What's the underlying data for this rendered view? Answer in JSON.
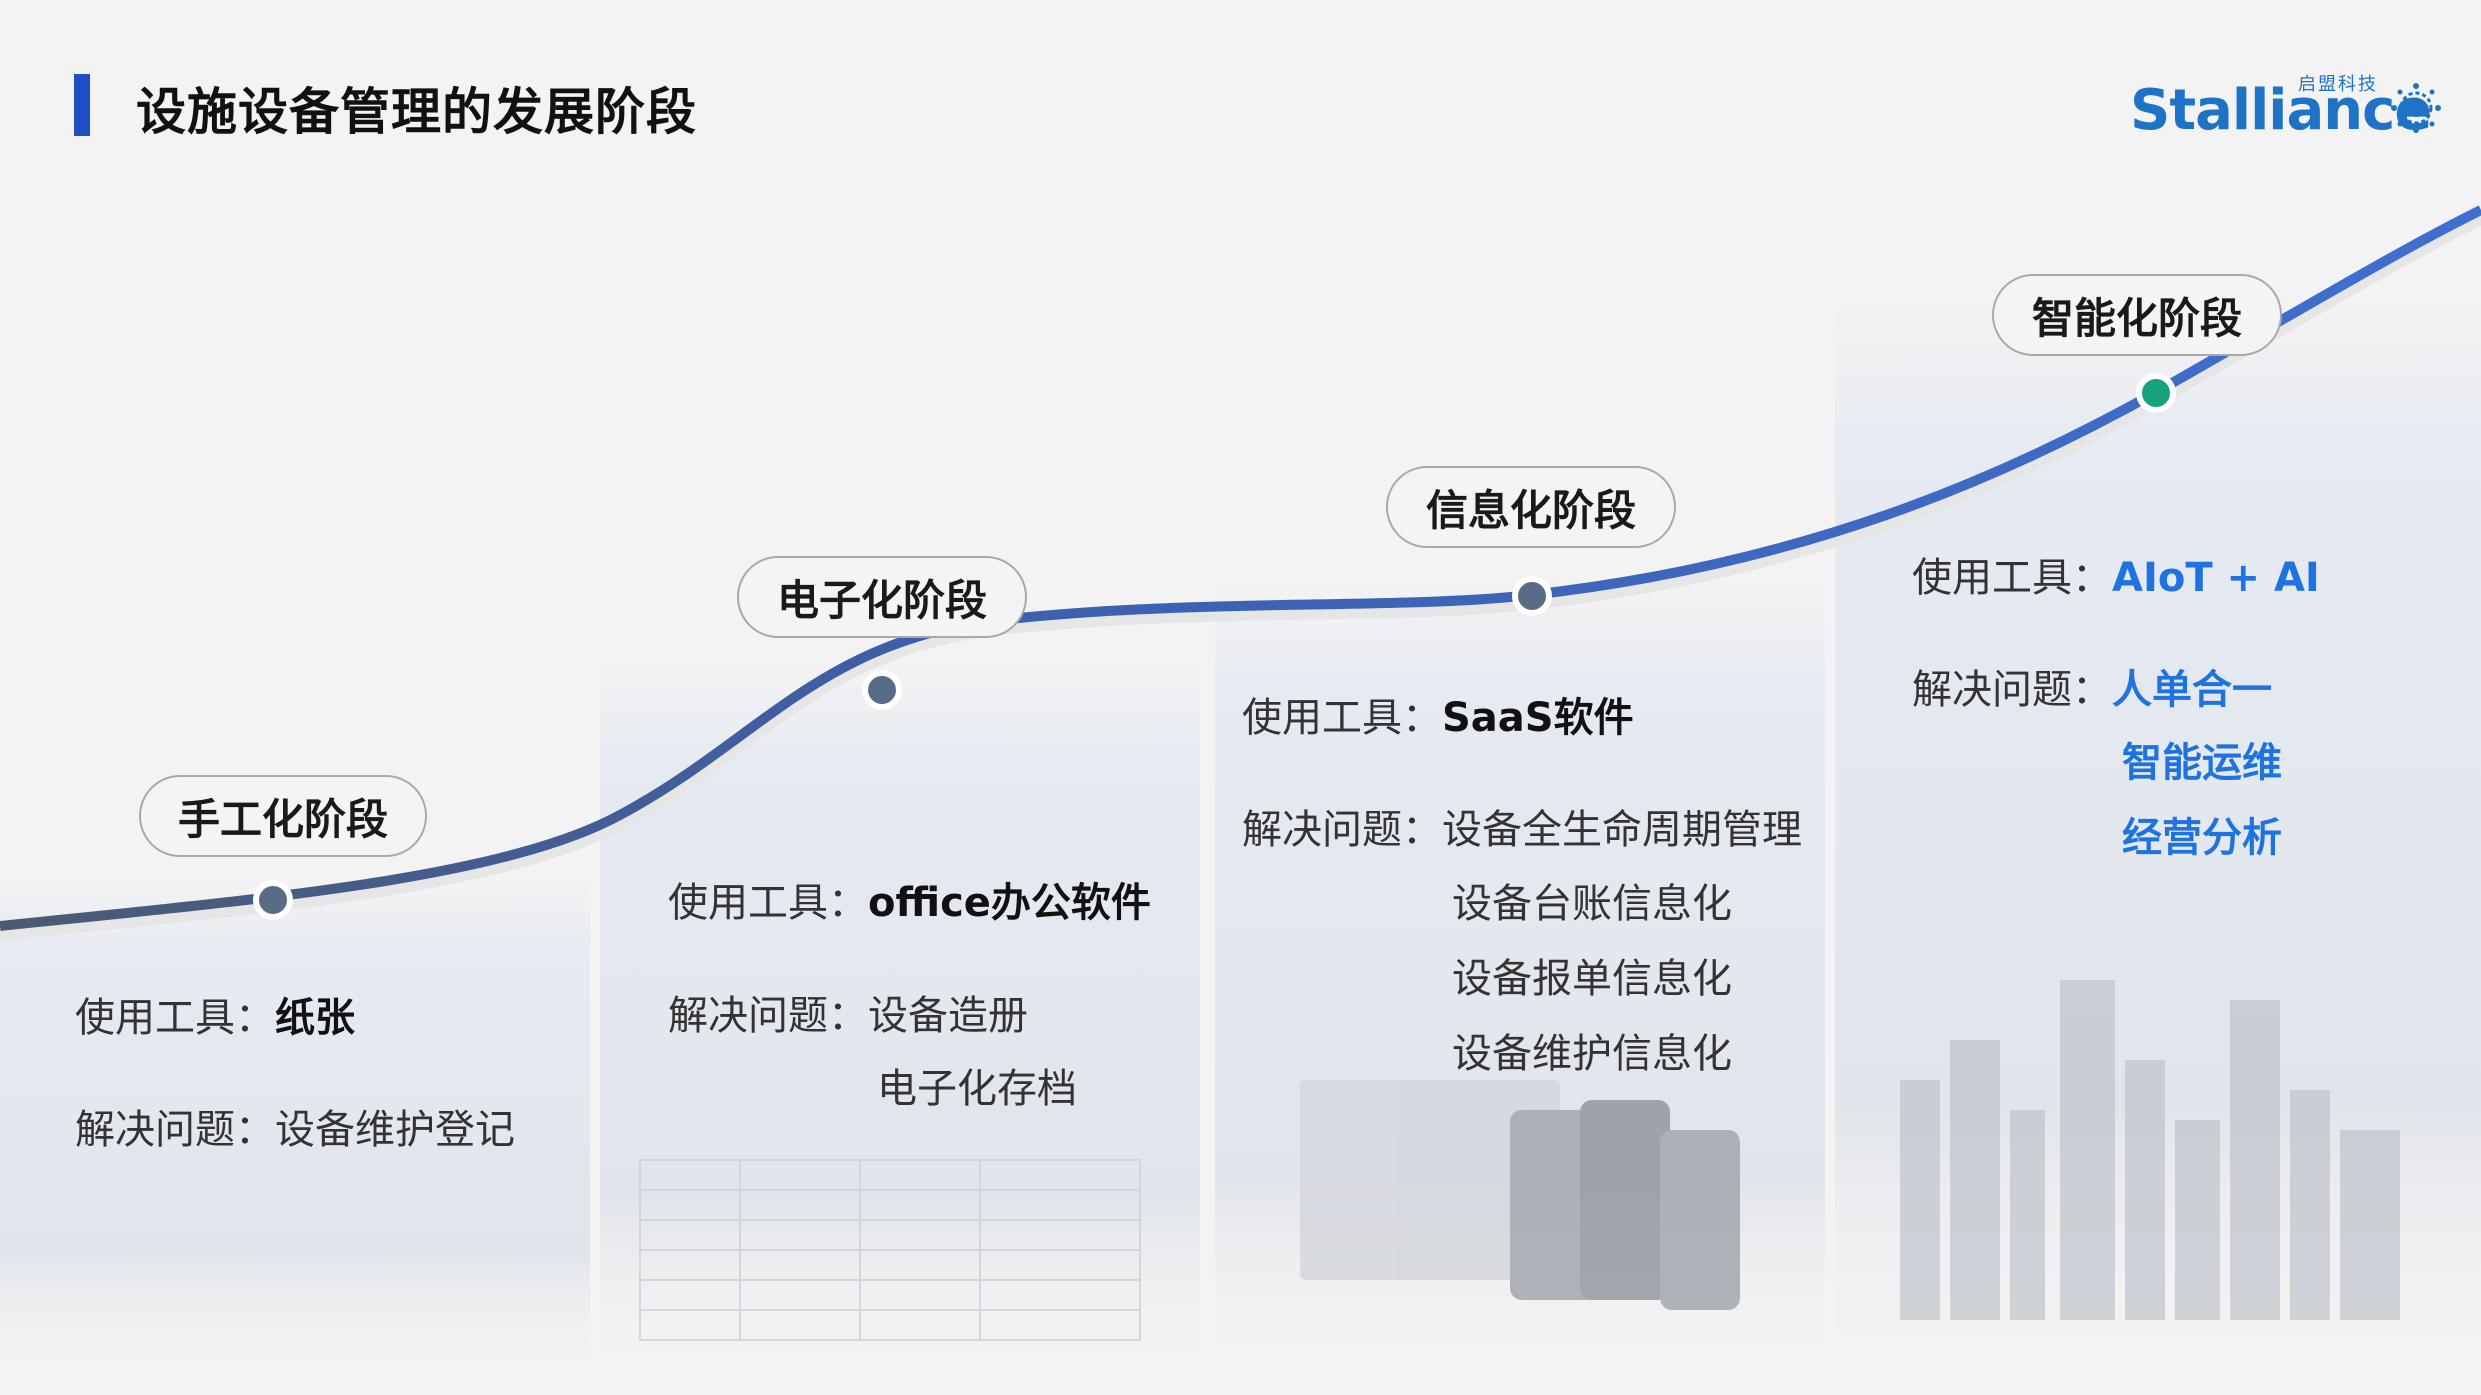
{
  "title": "设施设备管理的发展阶段",
  "logo": {
    "word": "Stalliance",
    "cn": "启盟科技",
    "brand_color": "#1e73c6"
  },
  "colors": {
    "accent": "#1f4fc4",
    "highlight": "#1e73e0",
    "node": "#5a6b86",
    "node_active": "#16a37b"
  },
  "stages": [
    {
      "name": "手工化阶段",
      "tools_label": "使用工具：",
      "tools": "纸张",
      "problems_label": "解决问题：",
      "problems": [
        "设备维护登记"
      ]
    },
    {
      "name": "电子化阶段",
      "tools_label": "使用工具：",
      "tools": "office办公软件",
      "problems_label": "解决问题：",
      "problems": [
        "设备造册",
        "电子化存档"
      ]
    },
    {
      "name": "信息化阶段",
      "tools_label": "使用工具：",
      "tools": "SaaS软件",
      "problems_label": "解决问题：",
      "problems": [
        "设备全生命周期管理",
        "设备台账信息化",
        "设备报单信息化",
        "设备维护信息化"
      ]
    },
    {
      "name": "智能化阶段",
      "tools_label": "使用工具：",
      "tools": "AIoT + AI",
      "problems_label": "解决问题：",
      "problems": [
        "人单合一",
        "智能运维",
        "经营分析"
      ]
    }
  ]
}
